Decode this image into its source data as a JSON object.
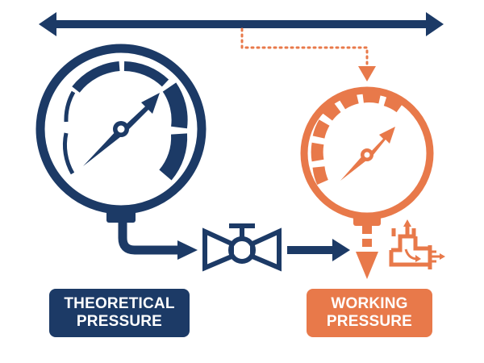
{
  "colors": {
    "navy": "#1c3a66",
    "orange": "#e8794a",
    "background": "#ffffff"
  },
  "labels": {
    "theoretical": {
      "line1": "THEORETICAL",
      "line2": "PRESSURE"
    },
    "working": {
      "line1": "WORKING",
      "line2": "PRESSURE"
    }
  },
  "icons": {
    "range_arrow": "double-headed-arrow-icon",
    "dotted_connector": "dotted-arrow-icon",
    "theoretical_gauge": "pressure-gauge-icon",
    "working_gauge": "pressure-gauge-icon",
    "valve": "valve-icon",
    "pressure_relief": "relief-valve-icon"
  }
}
